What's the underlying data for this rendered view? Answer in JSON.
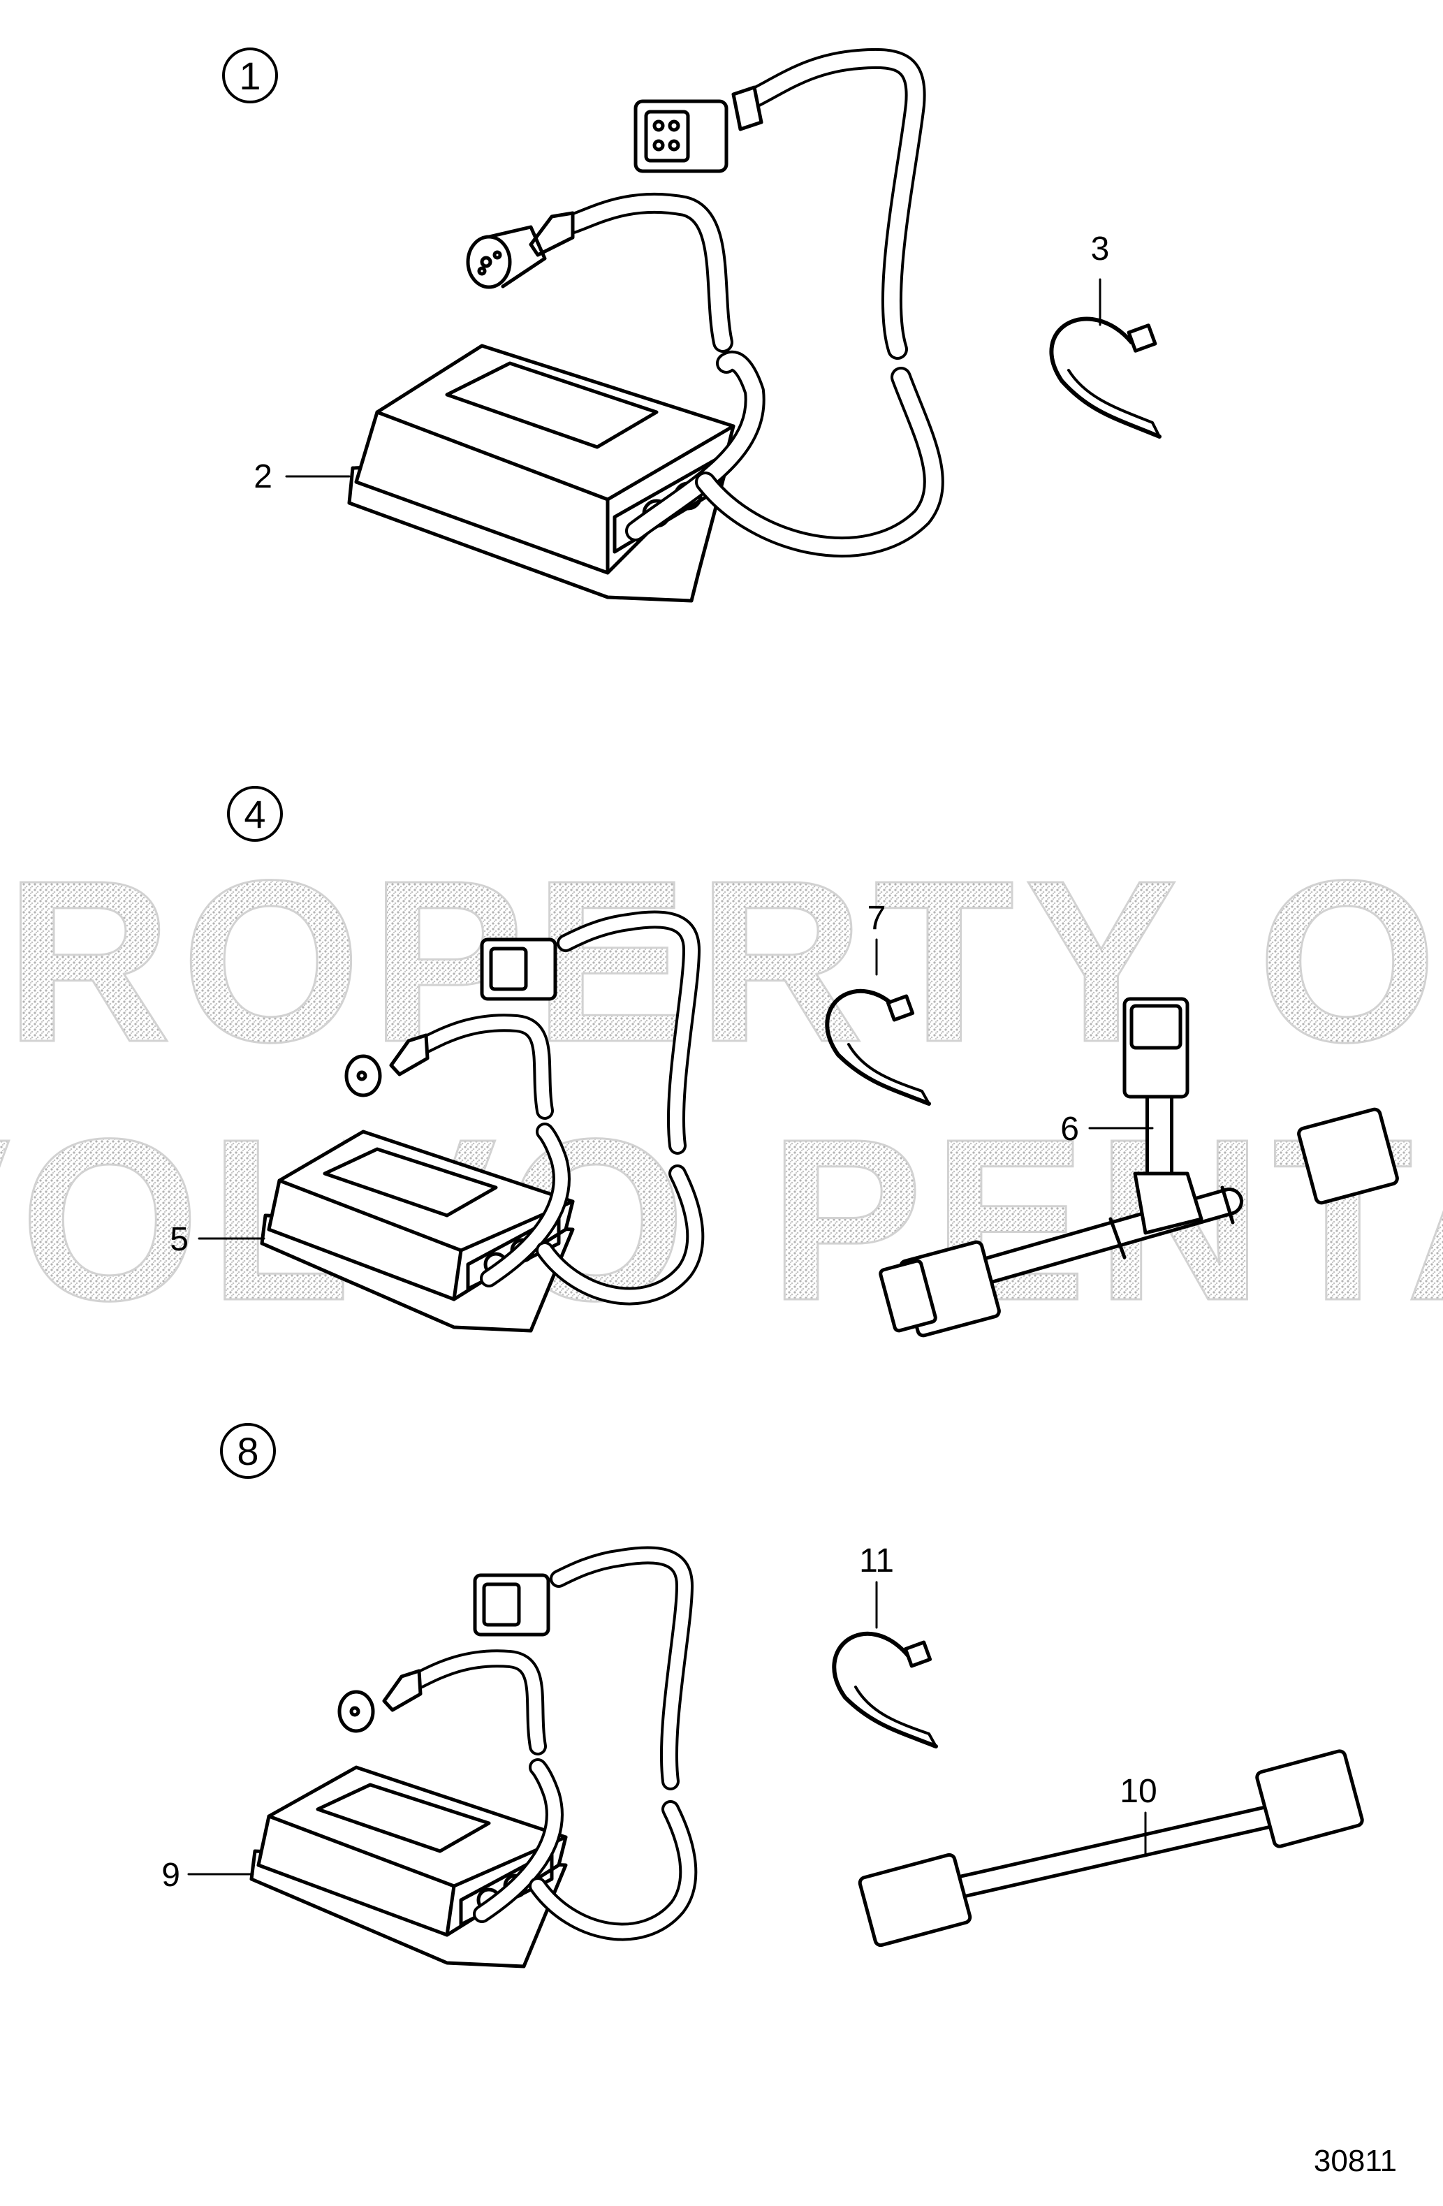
{
  "watermark": {
    "line1": "PROPERTY OF",
    "line2": "VOLVO PENTA"
  },
  "groups": [
    {
      "circled_label": "1"
    },
    {
      "circled_label": "4"
    },
    {
      "circled_label": "8"
    }
  ],
  "callouts": [
    "2",
    "3",
    "5",
    "6",
    "7",
    "9",
    "10",
    "11"
  ],
  "figure_number": "30811",
  "colors": {
    "line": "#000000",
    "background": "#ffffff",
    "watermark": "#d0d0d0"
  }
}
